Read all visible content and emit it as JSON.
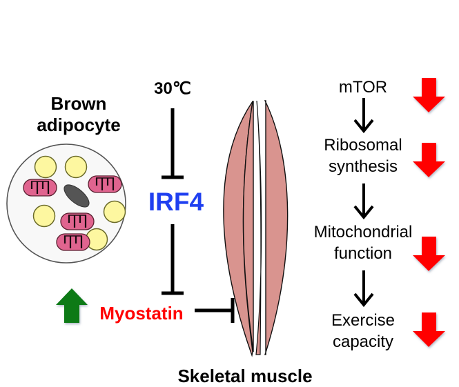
{
  "cell": {
    "title_line1": "Brown",
    "title_line2": "adipocyte"
  },
  "stimulus": {
    "label": "30℃"
  },
  "gene": {
    "label": "IRF4",
    "color": "#1f3ff0"
  },
  "secreted_factor": {
    "label": "Myostatin",
    "color": "#ff0000",
    "trend": "up",
    "trend_color": "#0a7a12"
  },
  "target_tissue": {
    "label": "Skeletal muscle",
    "fill_color": "#d9948f"
  },
  "pathway": [
    {
      "line1": "mTOR",
      "line2": "",
      "trend": "down"
    },
    {
      "line1": "Ribosomal",
      "line2": "synthesis",
      "trend": "down"
    },
    {
      "line1": "Mitochondrial",
      "line2": "function",
      "trend": "down"
    },
    {
      "line1": "Exercise",
      "line2": "capacity",
      "trend": "down"
    }
  ],
  "colors": {
    "down_arrow": "#ff0000",
    "lipid_droplet": "#fdf7a0",
    "mitochondria": "#e0648f",
    "nucleus": "#505050"
  },
  "relations": [
    {
      "from": "30℃",
      "to": "IRF4",
      "type": "inhibits"
    },
    {
      "from": "IRF4",
      "to": "Myostatin",
      "type": "inhibits"
    },
    {
      "from": "Myostatin",
      "to": "Skeletal muscle",
      "type": "inhibits"
    },
    {
      "from": "mTOR",
      "to": "Ribosomal synthesis",
      "type": "activates"
    },
    {
      "from": "Ribosomal synthesis",
      "to": "Mitochondrial function",
      "type": "activates"
    },
    {
      "from": "Mitochondrial function",
      "to": "Exercise capacity",
      "type": "activates"
    }
  ]
}
